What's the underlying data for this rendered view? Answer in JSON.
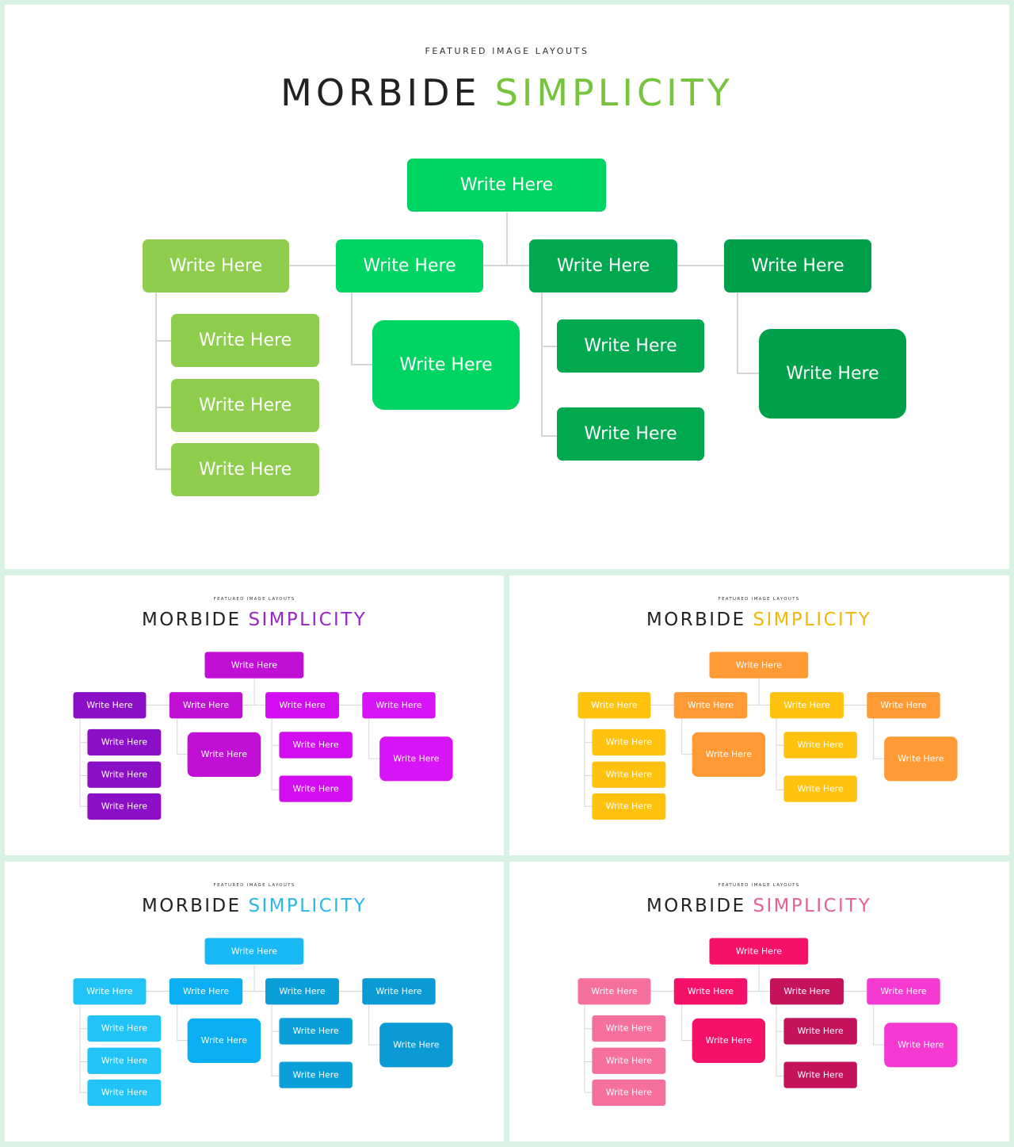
{
  "slides": [
    {
      "id": "slide-main",
      "size": "large",
      "kicker": "FEATURED IMAGE LAYOUTS",
      "title_word1": "MORBIDE",
      "title_word2": "SIMPLICITY",
      "accent": "#74c43c",
      "colors": {
        "top": "#00d463",
        "b1": "#8fce4c",
        "b2": "#00d463",
        "b3": "#00a84f",
        "b4": "#00a04a"
      }
    },
    {
      "id": "slide-purple",
      "size": "small",
      "kicker": "FEATURED IMAGE LAYOUTS",
      "title_word1": "MORBIDE",
      "title_word2": "SIMPLICITY",
      "accent": "#9b24c6",
      "colors": {
        "top": "#c20fd6",
        "b1": "#8b0fc6",
        "b2": "#c20fd6",
        "b3": "#d20ef0",
        "b4": "#d714f5"
      }
    },
    {
      "id": "slide-orange",
      "size": "small",
      "kicker": "FEATURED IMAGE LAYOUTS",
      "title_word1": "MORBIDE",
      "title_word2": "SIMPLICITY",
      "accent": "#f2b70a",
      "colors": {
        "top": "#ff9a35",
        "b1": "#ffc20e",
        "b2": "#ff9a35",
        "b3": "#ffc20e",
        "b4": "#ff9a35"
      }
    },
    {
      "id": "slide-blue",
      "size": "small",
      "kicker": "FEATURED IMAGE LAYOUTS",
      "title_word1": "MORBIDE",
      "title_word2": "SIMPLICITY",
      "accent": "#2ab6e6",
      "colors": {
        "top": "#1ab8f4",
        "b1": "#22c3f7",
        "b2": "#0aaef2",
        "b3": "#0a9fd8",
        "b4": "#0a9ad4"
      }
    },
    {
      "id": "slide-pink",
      "size": "small",
      "kicker": "FEATURED IMAGE LAYOUTS",
      "title_word1": "MORBIDE",
      "title_word2": "SIMPLICITY",
      "accent": "#e9608f",
      "colors": {
        "top": "#f5106a",
        "b1": "#f5709c",
        "b2": "#f5106a",
        "b3": "#c4125c",
        "b4": "#f53ad2"
      }
    }
  ],
  "diagram": {
    "root": "Write Here",
    "branches": [
      {
        "label": "Write Here",
        "children": [
          "Write Here",
          "Write Here",
          "Write Here"
        ]
      },
      {
        "label": "Write Here",
        "children": [
          "Write Here"
        ]
      },
      {
        "label": "Write Here",
        "children": [
          "Write Here",
          "Write Here"
        ]
      },
      {
        "label": "Write Here",
        "children": [
          "Write Here"
        ]
      }
    ]
  }
}
